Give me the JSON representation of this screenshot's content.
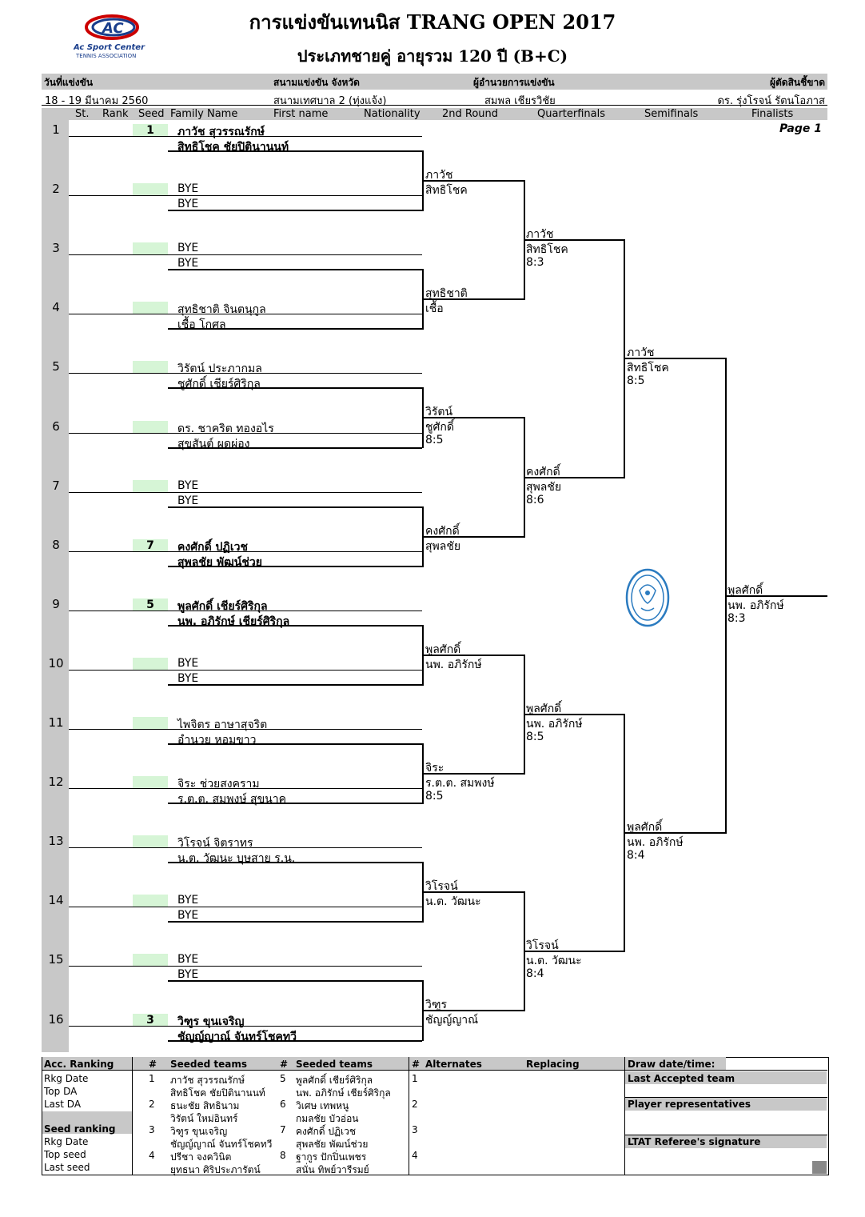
{
  "header": {
    "title": "การแข่งขันเทนนิส TRANG OPEN 2017",
    "subtitle": "ประเภทชายคู่ อายุรวม 120 ปี (B+C)",
    "logo_text": "AC",
    "logo_line1": "Ac Sport Center",
    "logo_line2": "TENNIS ASSOCIATION",
    "date_label": "วันที่แข่งขัน",
    "date_value": "18 - 19 มีนาคม 2560",
    "venue_label": "สนามแข่งขัน จังหวัด",
    "venue_value": "สนามเทศบาล 2 (ทุ่งแจ้ง)",
    "director_label": "ผู้อำนวยการแข่งขัน",
    "director_value": "สมพล เชียรวิชัย",
    "referee_label": "ผู้ตัดสินชี้ขาด",
    "referee_value": "ดร. รุ่งโรจน์ รัตนโอภาส"
  },
  "columns": {
    "st": "St.",
    "rank": "Rank",
    "seed": "Seed",
    "family": "Family Name",
    "first": "First name",
    "nationality": "Nationality",
    "round2": "2nd Round",
    "qf": "Quarterfinals",
    "sf": "Semifinals",
    "final": "Finalists"
  },
  "page_label": "Page 1",
  "entries": [
    {
      "num": "1",
      "seed": "1",
      "p1": "ภาวัช สุวรรณรักษ์",
      "p2": "สิทธิโชค ชัยปิตินานนท์"
    },
    {
      "num": "2",
      "seed": "",
      "p1": "BYE",
      "p2": "BYE"
    },
    {
      "num": "3",
      "seed": "",
      "p1": "BYE",
      "p2": "BYE"
    },
    {
      "num": "4",
      "seed": "",
      "p1": "สุทธิชาติ จินตนุกูล",
      "p2": "เชื้อ โกศล"
    },
    {
      "num": "5",
      "seed": "",
      "p1": "วิรัตน์ ประภากมล",
      "p2": "ชูศักดิ์ เชียร์ศิริกุล"
    },
    {
      "num": "6",
      "seed": "",
      "p1": "ดร. ชาคริต ทองอไร",
      "p2": "สุขสันต์ ผดผ่อง"
    },
    {
      "num": "7",
      "seed": "",
      "p1": "BYE",
      "p2": "BYE"
    },
    {
      "num": "8",
      "seed": "7",
      "p1": "คงศักดิ์ ปฏิเวช",
      "p2": "สุพลชัย พัฒน์ช่วย"
    },
    {
      "num": "9",
      "seed": "5",
      "p1": "พูลศักดิ์ เชียร์ศิริกุล",
      "p2": "นพ. อภิรักษ์ เชียร์ศิริกุล"
    },
    {
      "num": "10",
      "seed": "",
      "p1": "BYE",
      "p2": "BYE"
    },
    {
      "num": "11",
      "seed": "",
      "p1": "ไพจิตร อาษาสุจริต",
      "p2": "อำนวย หอมขาว"
    },
    {
      "num": "12",
      "seed": "",
      "p1": "จิระ ช่วยสงคราม",
      "p2": "ร.ต.ต. สมพงษ์ สุขนาค"
    },
    {
      "num": "13",
      "seed": "",
      "p1": "วิโรจน์ จิตราทร",
      "p2": "น.ต. วัฒนะ บุษสาย ร.น."
    },
    {
      "num": "14",
      "seed": "",
      "p1": "BYE",
      "p2": "BYE"
    },
    {
      "num": "15",
      "seed": "",
      "p1": "BYE",
      "p2": "BYE"
    },
    {
      "num": "16",
      "seed": "3",
      "p1": "วิฑูร ขุนเจริญ",
      "p2": "ชัญญ์ญาณ์ จันทร์โชคทวี"
    }
  ],
  "round2": [
    {
      "a": "ภาวัช",
      "b": "สิทธิโชค",
      "score": ""
    },
    {
      "a": "สุทธิชาติ",
      "b": "เชื้อ",
      "score": ""
    },
    {
      "a": "วิรัตน์",
      "b": "ชูศักดิ์",
      "score": "8:5"
    },
    {
      "a": "คงศักดิ์",
      "b": "สุพลชัย",
      "score": ""
    },
    {
      "a": "พูลศักดิ์",
      "b": "นพ. อภิรักษ์",
      "score": ""
    },
    {
      "a": "จิระ",
      "b": "ร.ต.ต. สมพงษ์",
      "score": "8:5"
    },
    {
      "a": "วิโรจน์",
      "b": "น.ต. วัฒนะ",
      "score": ""
    },
    {
      "a": "วิฑูร",
      "b": "ชัญญ์ญาณ์",
      "score": ""
    }
  ],
  "qf": [
    {
      "a": "ภาวัช",
      "b": "สิทธิโชค",
      "score": "8:3"
    },
    {
      "a": "คงศักดิ์",
      "b": "สุพลชัย",
      "score": "8:6"
    },
    {
      "a": "พูลศักดิ์",
      "b": "นพ. อภิรักษ์",
      "score": "8:5"
    },
    {
      "a": "วิโรจน์",
      "b": "น.ต. วัฒนะ",
      "score": "8:4"
    }
  ],
  "sf": [
    {
      "a": "ภาวัช",
      "b": "สิทธิโชค",
      "score": "8:5"
    },
    {
      "a": "พูลศักดิ์",
      "b": "นพ. อภิรักษ์",
      "score": "8:4"
    }
  ],
  "final": {
    "a": "พูลศักดิ์",
    "b": "นพ. อภิรักษ์",
    "score": "8:3"
  },
  "footer": {
    "acc_ranking": "Acc. Ranking",
    "rkg_date": "Rkg Date",
    "top_da": "Top DA",
    "last_da": "Last DA",
    "seed_ranking": "Seed ranking",
    "rkg_date2": "Rkg Date",
    "top_seed": "Top seed",
    "last_seed": "Last seed",
    "hash": "#",
    "seeded_teams": "Seeded teams",
    "alternates": "Alternates",
    "replacing": "Replacing",
    "draw_date": "Draw date/time:",
    "last_accepted": "Last Accepted team",
    "player_reps": "Player representatives",
    "referee_sig": "LTAT Referee's signature",
    "seeds_left": [
      {
        "n": "1",
        "a": "ภาวัช สุวรรณรักษ์",
        "b": "สิทธิโชค ชัยปิตินานนท์"
      },
      {
        "n": "2",
        "a": "ธนะชัย สิทธินาม",
        "b": "วิรัตน์ ใหม่อินทร์"
      },
      {
        "n": "3",
        "a": "วิฑูร ขุนเจริญ",
        "b": "ชัญญ์ญาณ์ จันทร์โชคทวี"
      },
      {
        "n": "4",
        "a": "ปรีชา จงควินิต",
        "b": "ยุทธนา ศิริประภารัตน์"
      }
    ],
    "seeds_right": [
      {
        "n": "5",
        "a": "พูลศักดิ์ เชียร์ศิริกุล",
        "b": "นพ. อภิรักษ์ เชียร์ศิริกุล"
      },
      {
        "n": "6",
        "a": "วิเศษ เทพหนู",
        "b": "กมลชัย บัวอ่อน"
      },
      {
        "n": "7",
        "a": "คงศักดิ์ ปฏิเวช",
        "b": "สุพลชัย พัฒน์ช่วย"
      },
      {
        "n": "8",
        "a": "ฐากูร ปักปิ่นเพชร",
        "b": "สนั่น ทิพย์วารีรมย์"
      }
    ],
    "alt_nums": [
      "1",
      "2",
      "3",
      "4"
    ]
  }
}
